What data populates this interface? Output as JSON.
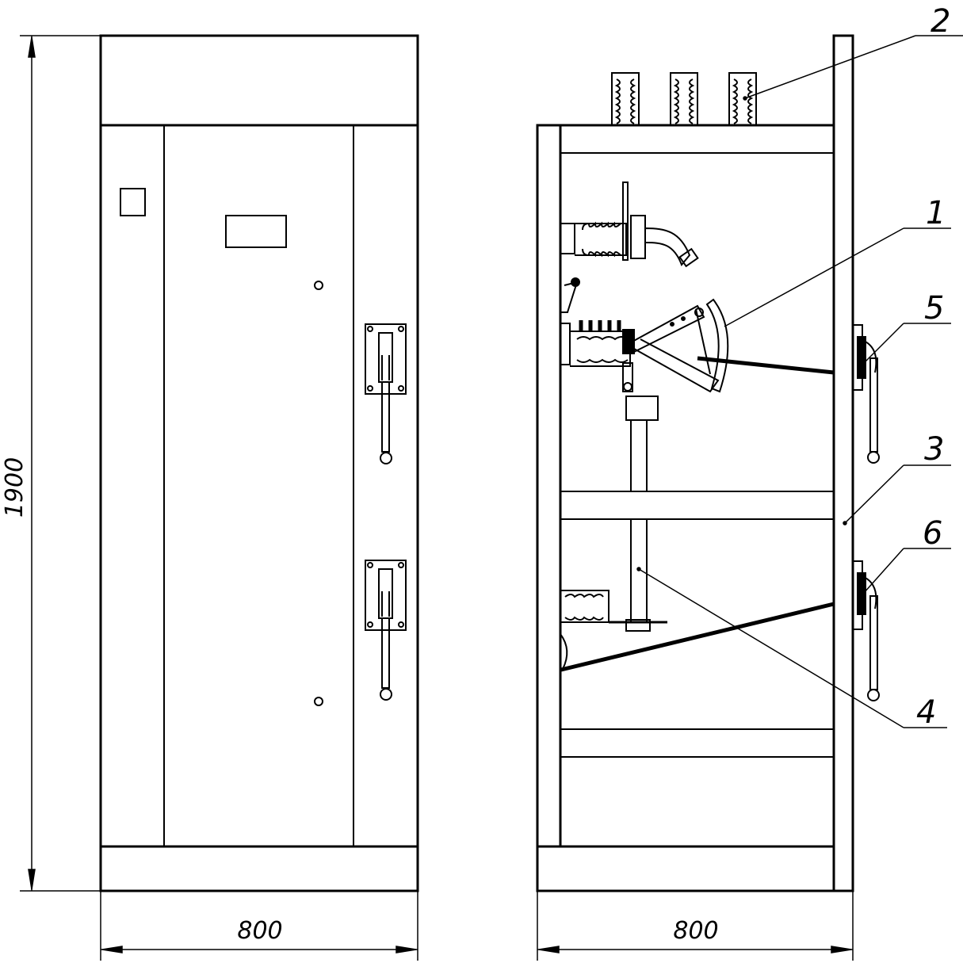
{
  "dimensions": {
    "height_label": "1900",
    "front_width_label": "800",
    "side_width_label": "800"
  },
  "callouts": [
    "1",
    "2",
    "3",
    "4",
    "5",
    "6"
  ],
  "line_color": "#000000"
}
